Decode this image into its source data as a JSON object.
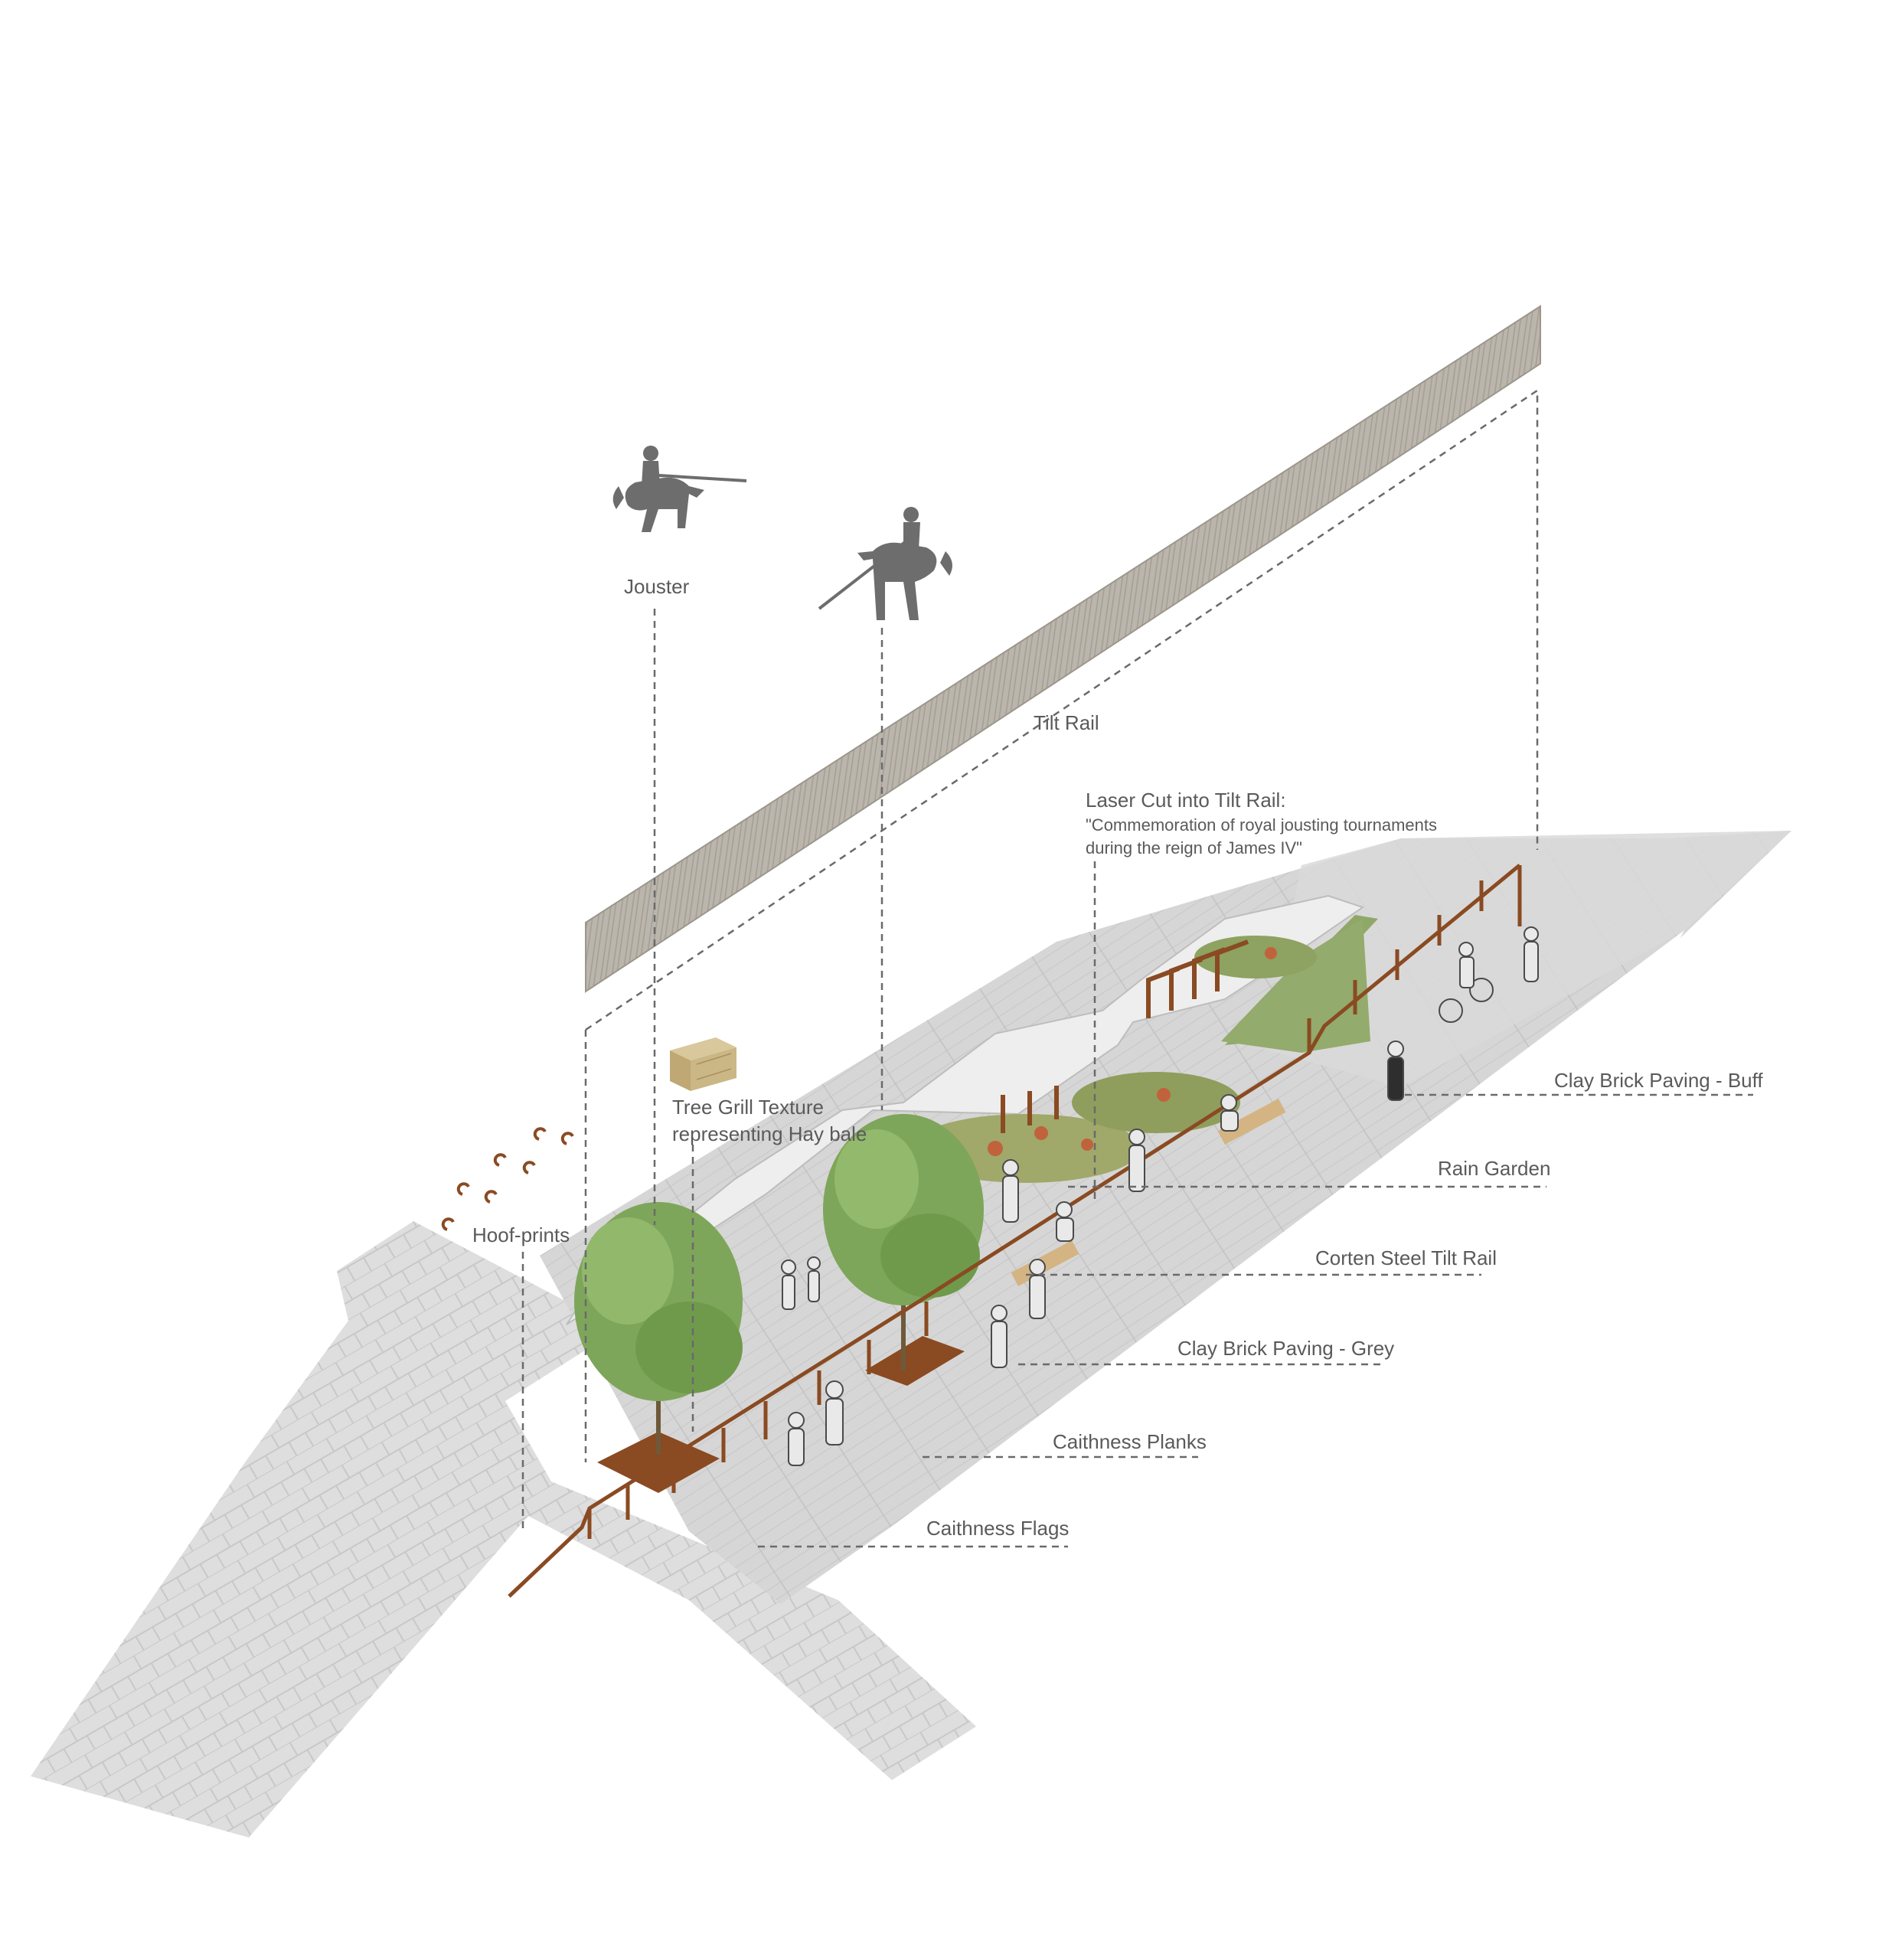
{
  "labels": {
    "jouster": "Jouster",
    "tilt_rail": "Tilt Rail",
    "laser_cut_title": "Laser Cut into Tilt Rail:",
    "laser_cut_quote_line1": "\"Commemoration of royal jousting tournaments",
    "laser_cut_quote_line2": "during the reign of James IV\"",
    "tree_grill_line1": "Tree Grill Texture",
    "tree_grill_line2": "representing Hay bale",
    "hoof_prints": "Hoof-prints",
    "clay_brick_buff": "Clay Brick Paving - Buff",
    "rain_garden": "Rain Garden",
    "corten_steel": "Corten Steel Tilt Rail",
    "clay_brick_grey": "Clay Brick Paving - Grey",
    "caithness_planks": "Caithness Planks",
    "caithness_flags": "Caithness Flags"
  },
  "colors": {
    "paving": "#dcdcdc",
    "paving_dark": "#cfcfcf",
    "tilt_rail_wood": "#b9b4ab",
    "corten": "#8a4a22",
    "grass": "#8fa868",
    "tree": "#7ea65a",
    "leader": "#6a6a6a",
    "icon": "#6d6d6d",
    "hay": "#c9b68a"
  },
  "icons": [
    "jouster-icon",
    "jouster-icon",
    "hay-bale-icon",
    "horseshoe-icon"
  ]
}
